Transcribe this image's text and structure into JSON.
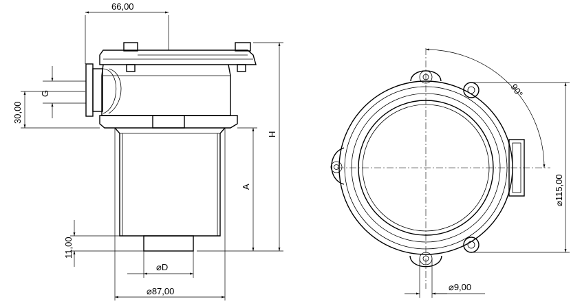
{
  "drawing": {
    "dims": {
      "top_width": "66,00",
      "port_height": "30,00",
      "port_label": "G",
      "height_label": "H",
      "a_label": "A",
      "bottom_offset": "11,00",
      "outlet_diameter": "⌀D",
      "body_diameter": "⌀87,00",
      "angle": "90°",
      "bolt_circle": "⌀115,00",
      "hole_diameter": "⌀9,00"
    }
  }
}
